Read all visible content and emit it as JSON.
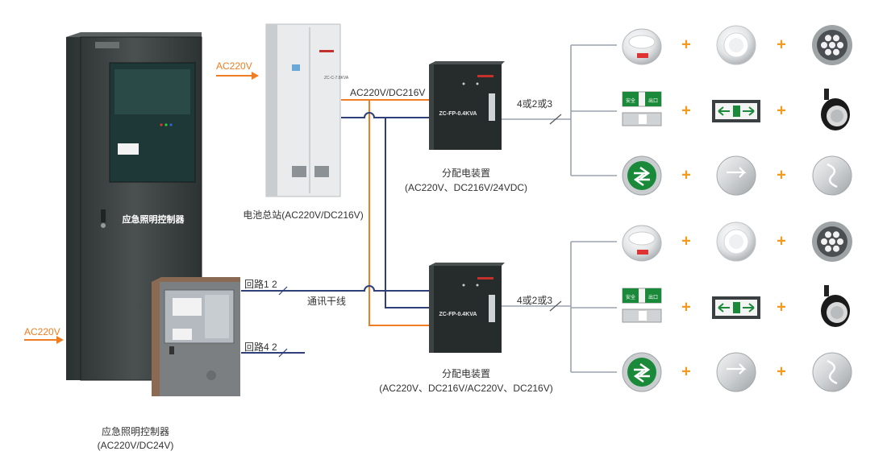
{
  "power_in": {
    "main": "AC220V",
    "cabinet": "AC220V"
  },
  "controller_cabinet": {
    "front_text": "应急照明控制器"
  },
  "battery_station": {
    "label": "电池总站(AC220V/DC216V)",
    "plate": "ZC-C-7.8KVA"
  },
  "trunk": {
    "voltage": "AC220V/DC216V",
    "comm": "通讯干线",
    "loop1": "回路1 2",
    "loop4": "回路4 2"
  },
  "distribution": [
    {
      "plate": "ZC-FP-0.4KVA",
      "name": "分配电装置",
      "spec": "(AC220V、DC216V/24VDC)",
      "branch": "4或2或3"
    },
    {
      "plate": "ZC-FP-0.4KVA",
      "name": "分配电装置",
      "spec": "(AC220V、DC216V/AC220V、DC216V)",
      "branch": "4或2或3"
    }
  ],
  "panel_controller": {
    "name": "应急照明控制器",
    "spec": "(AC220V/DC24V)"
  },
  "sign_text": {
    "safe": "安全",
    "exit": "出口"
  },
  "fixtures": {
    "plus": "+",
    "rows": [
      [
        "smoke-lamp-icon",
        "ceiling-downlight-icon",
        "spotlight-ring-icon"
      ],
      [
        "exit-sign-icon",
        "evacuation-arrow-sign-icon",
        "track-spotlight-icon"
      ],
      [
        "round-arrow-sign-icon",
        "floor-indicator-icon",
        "floor-arrow-indicator-icon"
      ],
      [
        "smoke-lamp-icon",
        "ceiling-downlight-icon",
        "spotlight-ring-icon"
      ],
      [
        "exit-sign-icon",
        "evacuation-arrow-sign-icon",
        "track-spotlight-icon"
      ],
      [
        "round-arrow-sign-icon",
        "floor-indicator-icon",
        "floor-arrow-indicator-icon"
      ]
    ]
  },
  "colors": {
    "power_line": "#f07d22",
    "comm_line": "#2f3f78",
    "branch_line": "#9aa3b4",
    "plus": "#f39a1f",
    "cabinet": "#3a4040",
    "sign_green": "#1a8a3a"
  }
}
